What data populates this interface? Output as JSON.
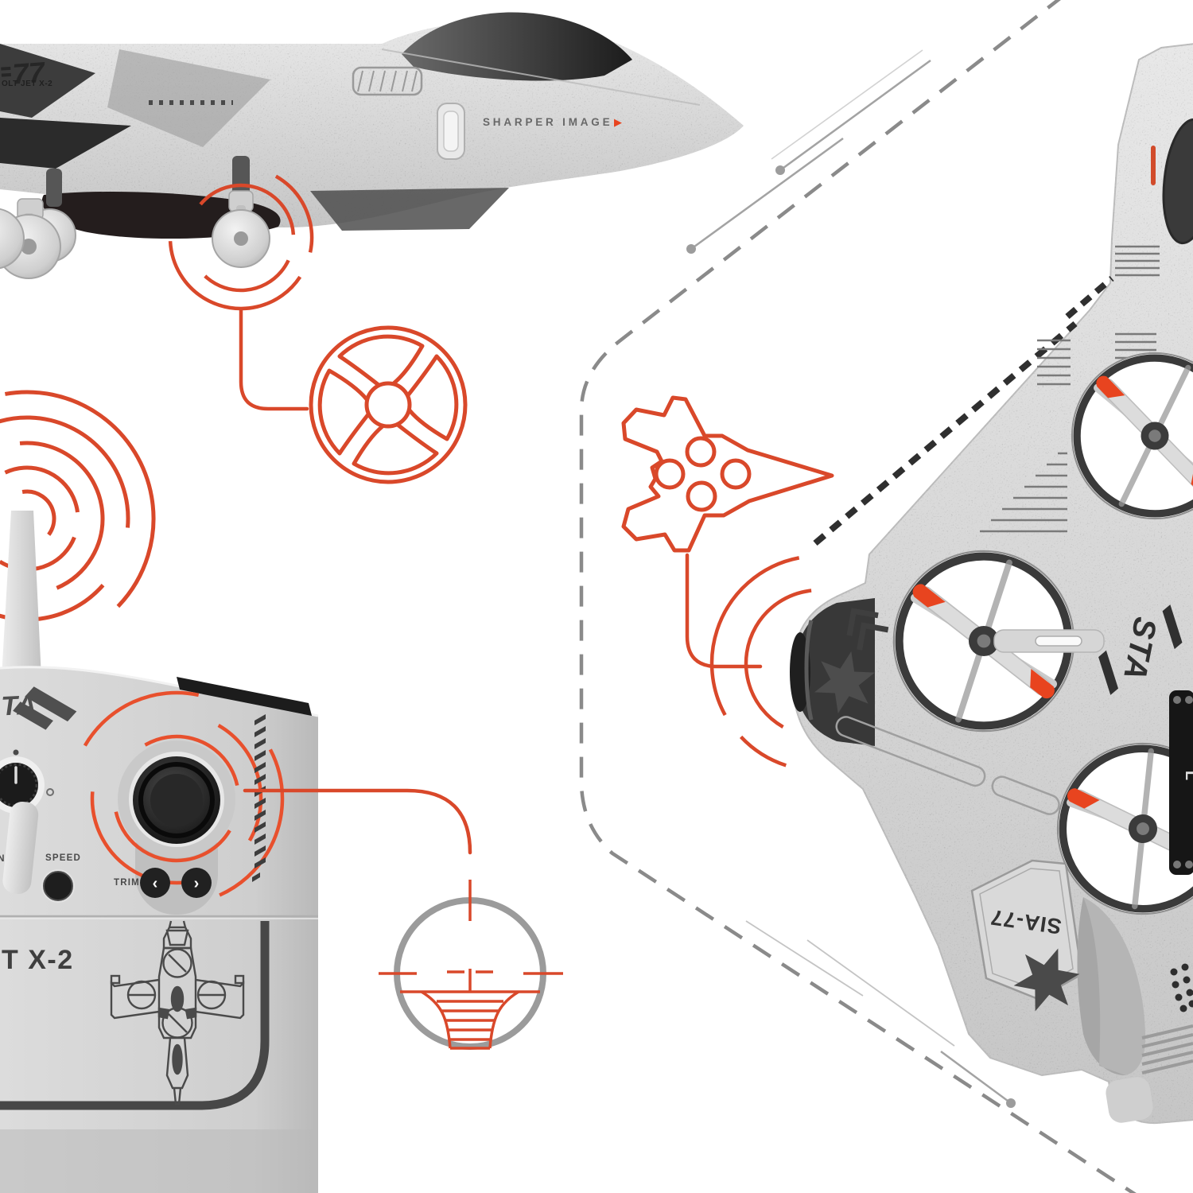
{
  "colors": {
    "accent": "#D9482A",
    "prop_tip": "#E8441F",
    "dash_gray": "#8A8A8A",
    "foam_gray": "#D6D6D6",
    "dark_detail": "#3A3A3A"
  },
  "side_jet": {
    "tail_number": "77",
    "fuselage_marking": "OLT JET X-2",
    "brand": "SHARPER IMAGE",
    "brand_arrow": "▶"
  },
  "controller": {
    "logo": "STA",
    "power_label": "ON",
    "speed_label": "SPEED",
    "trim_label": "TRIM",
    "trim_left_glyph": "‹",
    "trim_right_glyph": "›",
    "model_marking": "T X-2"
  },
  "top_jet": {
    "logo": "STA",
    "wing_code": "SIA-77",
    "hatch_marking": "L"
  }
}
